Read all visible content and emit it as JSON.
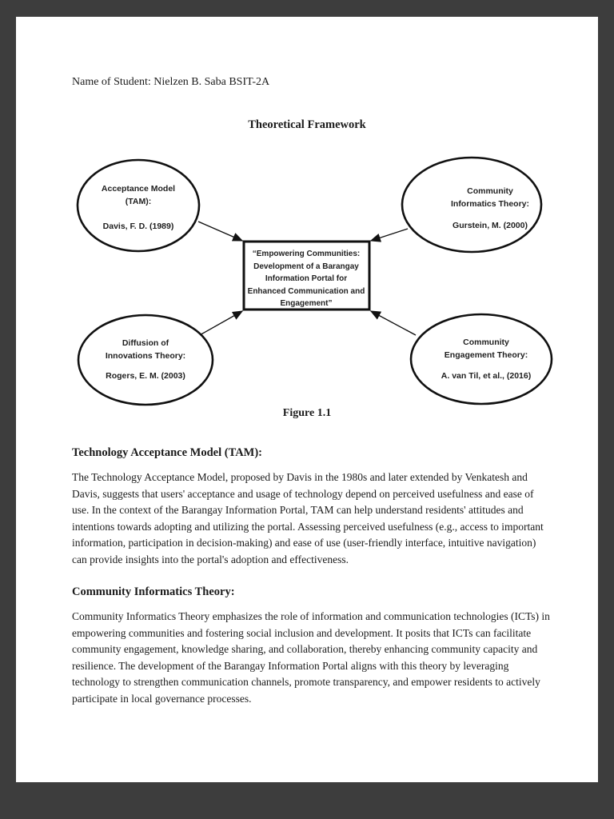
{
  "page": {
    "student_line": "Name of Student: Nielzen B. Saba BSIT-2A",
    "title": "Theoretical Framework",
    "figure_caption": "Figure 1.1"
  },
  "diagram": {
    "center_box": "“Empowering Communities:\nDevelopment of a Barangay\nInformation Portal for\nEnhanced Communication and\nEngagement”",
    "nodes": [
      {
        "id": "tam",
        "title": "Acceptance Model\n(TAM):",
        "author": "Davis, F. D. (1989)"
      },
      {
        "id": "cit",
        "title": "Community\nInformatics Theory:",
        "author": "Gurstein, M. (2000)"
      },
      {
        "id": "dit",
        "title": "Diffusion of\nInnovations Theory:",
        "author": "Rogers, E. M. (2003)"
      },
      {
        "id": "cet",
        "title": "Community\nEngagement Theory:",
        "author": "A. van Til, et al., (2016)"
      }
    ]
  },
  "sections": [
    {
      "heading": "Technology Acceptance Model (TAM):",
      "body": "The Technology Acceptance Model, proposed by Davis in the 1980s and later extended by Venkatesh and Davis, suggests that users' acceptance and usage of technology depend on perceived usefulness and ease of use. In the context of the Barangay Information Portal, TAM can help understand residents' attitudes and intentions towards adopting and utilizing the portal. Assessing perceived usefulness (e.g., access to important information, participation in decision-making) and ease of use (user-friendly interface, intuitive navigation) can provide insights into the portal's adoption and effectiveness."
    },
    {
      "heading": "Community Informatics Theory:",
      "body": "Community Informatics Theory emphasizes the role of information and communication technologies (ICTs) in empowering communities and fostering social inclusion and development. It posits that ICTs can facilitate community engagement, knowledge sharing, and collaboration, thereby enhancing community capacity and resilience. The development of the Barangay Information Portal aligns with this theory by leveraging technology to strengthen communication channels, promote transparency, and empower residents to actively participate in local governance processes."
    }
  ],
  "colors": {
    "viewer_frame": "#3d3d3d",
    "page_background": "#ffffff",
    "ink": "#1b1b1b"
  }
}
